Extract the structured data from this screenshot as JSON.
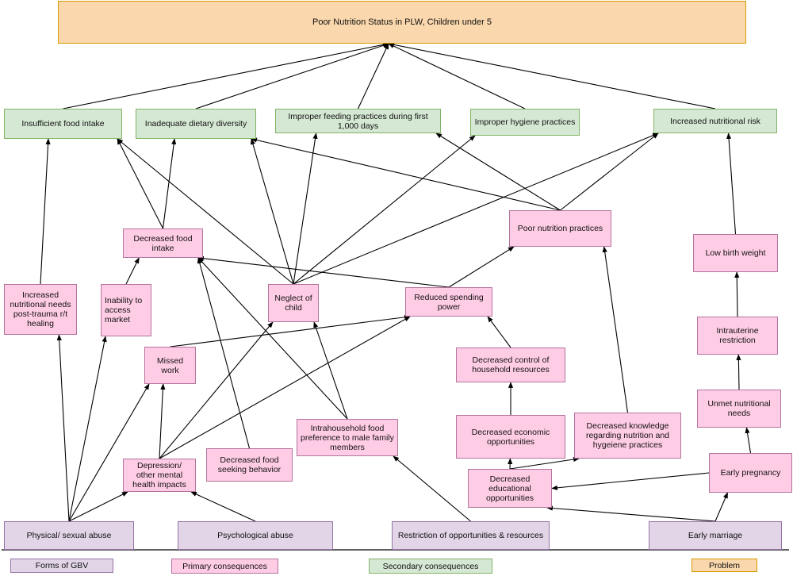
{
  "nodes": {
    "problem": "Poor Nutrition Status in PLW, Children under 5",
    "insufficient_food_intake": "Insufficient food intake",
    "inadequate_dietary_diversity": "Inadequate dietary diversity",
    "improper_feeding": "Improper feeding practices during first 1,000 days",
    "improper_hygiene": "Improper hygiene practices",
    "increased_nutritional_risk": "Increased nutritional risk",
    "decreased_food_intake": "Decreased food intake",
    "poor_nutrition_practices": "Poor nutrition practices",
    "low_birth_weight": "Low birth weight",
    "increased_needs": "Increased nutritional needs post-trauma r/t healing",
    "inability_market": "Inability to access market",
    "neglect_child": "Neglect of child",
    "reduced_spending": "Reduced spending power",
    "intrauterine": "Intrauterine restriction",
    "missed_work": "Missed work",
    "decreased_control": "Decreased control of household resources",
    "unmet_needs": "Unmet nutritional needs",
    "intrahousehold": "Intrahousehold food preference to male family members",
    "decreased_economic": "Decreased economic opportunities",
    "decreased_knowledge": "Decreased knowledge regarding nutrition and hygeiene practices",
    "depression": "Depression/ other mental health impacts",
    "food_seeking": "Decreased food seeking behavior",
    "decreased_educational": "Decreased educational opportunities",
    "early_pregnancy": "Early pregnancy",
    "physical_abuse": "Physical/ sexual abuse",
    "psychological_abuse": "Psychological abuse",
    "restriction": "Restriction of opportunities & resources",
    "early_marriage": "Early marriage"
  },
  "legend": {
    "gbv": "Forms of GBV",
    "primary": "Primary consequences",
    "secondary": "Secondary consequences",
    "problem": "Problem"
  },
  "colors": {
    "problem_fill": "#fad7ac",
    "secondary_fill": "#d5e8d4",
    "primary_fill": "#ffcce6",
    "gbv_fill": "#e1d5e7",
    "edge": "#000000"
  },
  "edges": [
    [
      "insufficient_food_intake",
      "problem"
    ],
    [
      "inadequate_dietary_diversity",
      "problem"
    ],
    [
      "improper_feeding",
      "problem"
    ],
    [
      "improper_hygiene",
      "problem"
    ],
    [
      "increased_nutritional_risk",
      "problem"
    ],
    [
      "increased_needs",
      "insufficient_food_intake"
    ],
    [
      "decreased_food_intake",
      "insufficient_food_intake"
    ],
    [
      "decreased_food_intake",
      "inadequate_dietary_diversity"
    ],
    [
      "neglect_child",
      "insufficient_food_intake"
    ],
    [
      "neglect_child",
      "inadequate_dietary_diversity"
    ],
    [
      "neglect_child",
      "improper_feeding"
    ],
    [
      "neglect_child",
      "improper_hygiene"
    ],
    [
      "neglect_child",
      "increased_nutritional_risk"
    ],
    [
      "poor_nutrition_practices",
      "inadequate_dietary_diversity"
    ],
    [
      "poor_nutrition_practices",
      "improper_feeding"
    ],
    [
      "poor_nutrition_practices",
      "increased_nutritional_risk"
    ],
    [
      "low_birth_weight",
      "increased_nutritional_risk"
    ],
    [
      "inability_market",
      "decreased_food_intake"
    ],
    [
      "reduced_spending",
      "decreased_food_intake"
    ],
    [
      "reduced_spending",
      "poor_nutrition_practices"
    ],
    [
      "intrauterine",
      "low_birth_weight"
    ],
    [
      "unmet_needs",
      "intrauterine"
    ],
    [
      "early_pregnancy",
      "unmet_needs"
    ],
    [
      "early_marriage",
      "early_pregnancy"
    ],
    [
      "early_marriage",
      "decreased_educational"
    ],
    [
      "early_pregnancy",
      "decreased_educational"
    ],
    [
      "decreased_educational",
      "decreased_economic"
    ],
    [
      "decreased_educational",
      "decreased_knowledge"
    ],
    [
      "decreased_economic",
      "decreased_control"
    ],
    [
      "decreased_control",
      "reduced_spending"
    ],
    [
      "decreased_knowledge",
      "poor_nutrition_practices"
    ],
    [
      "restriction",
      "intrahousehold"
    ],
    [
      "intrahousehold",
      "decreased_food_intake"
    ],
    [
      "intrahousehold",
      "neglect_child"
    ],
    [
      "missed_work",
      "reduced_spending"
    ],
    [
      "depression",
      "missed_work"
    ],
    [
      "depression",
      "neglect_child"
    ],
    [
      "depression",
      "reduced_spending"
    ],
    [
      "food_seeking",
      "decreased_food_intake"
    ],
    [
      "psychological_abuse",
      "depression"
    ],
    [
      "physical_abuse",
      "increased_needs"
    ],
    [
      "physical_abuse",
      "inability_market"
    ],
    [
      "physical_abuse",
      "missed_work"
    ],
    [
      "physical_abuse",
      "depression"
    ]
  ]
}
